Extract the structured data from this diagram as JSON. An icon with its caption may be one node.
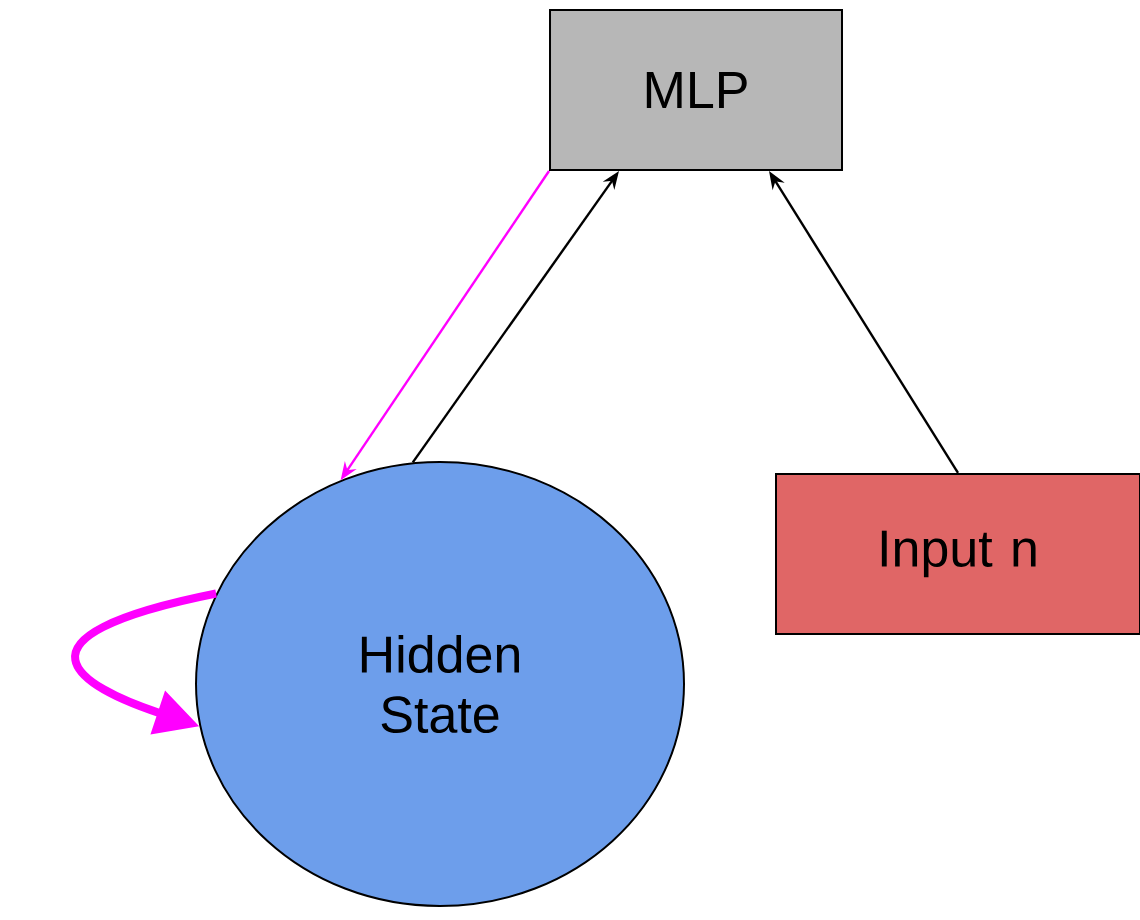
{
  "diagram": {
    "nodes": [
      {
        "text": [
          "MLP"
        ]
      },
      {
        "text": [
          "Hidden State"
        ]
      },
      {
        "text": [
          "Input n"
        ]
      }
    ],
    "edges": [
      {
        "from": 1,
        "to": 0,
        "arrow": "to"
      },
      {
        "from": 2,
        "to": 0,
        "arrow": "to"
      },
      {
        "from": 0,
        "to": 1,
        "arrow": "to",
        "color": "#ff00ff"
      },
      {
        "from": 1,
        "to": 1,
        "arrow": "to",
        "style": "thick",
        "color": "#ff00ff"
      }
    ]
  }
}
